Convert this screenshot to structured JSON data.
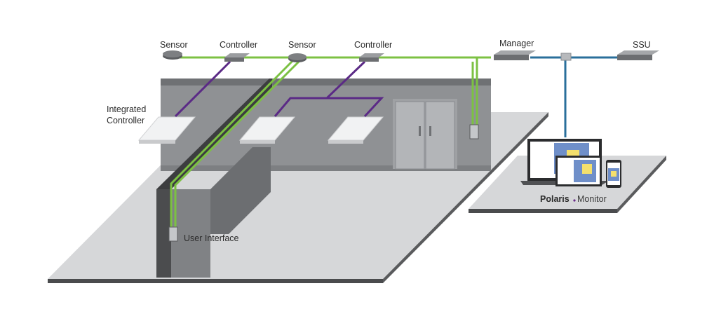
{
  "labels": {
    "sensor_left": "Sensor",
    "controller_left": "Controller",
    "sensor_mid": "Sensor",
    "controller_mid": "Controller",
    "manager": "Manager",
    "ssu": "SSU",
    "integrated_controller_line1": "Integrated",
    "integrated_controller_line2": "Controller",
    "user_interface": "User Interface"
  },
  "brand": {
    "name_bold": "Polaris",
    "name_light": "Monitor"
  },
  "colors": {
    "green_cable": "#7cc143",
    "purple_cable": "#5b2a86",
    "blue_cable": "#2a6f9b",
    "floor": "#d4d5d7",
    "wall_front": "#8f9194",
    "wall_top": "#6e7073",
    "brand_accent": "#6a2c8a"
  }
}
